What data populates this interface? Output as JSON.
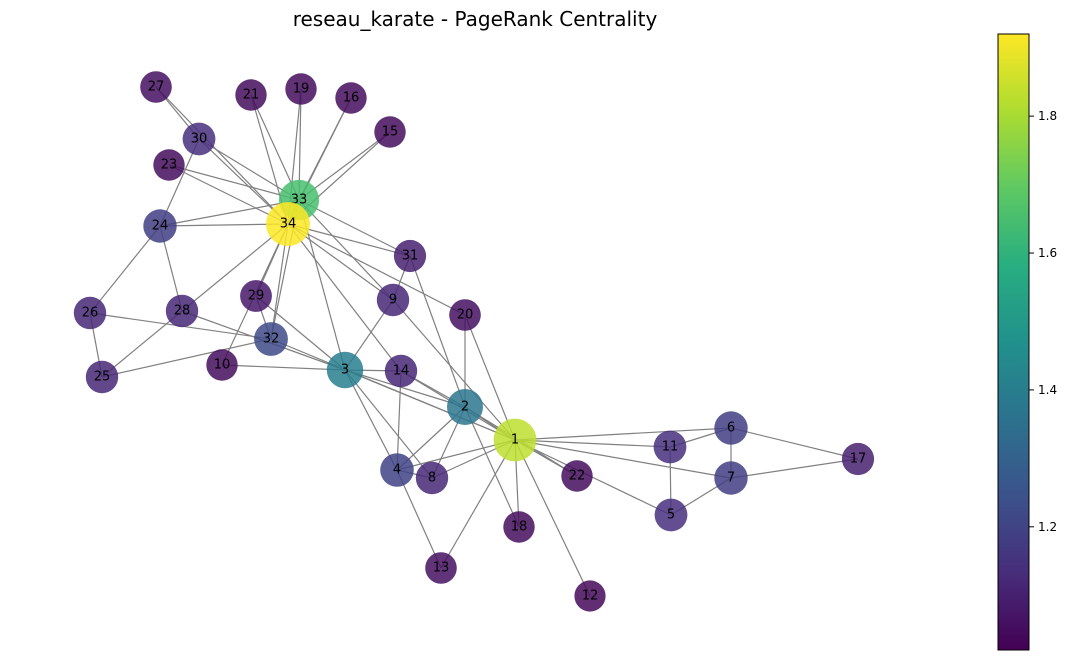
{
  "title": "reseau_karate - PageRank Centrality",
  "colormap": "viridis",
  "colorbar": {
    "min": 1.02,
    "max": 1.92,
    "ticks": [
      {
        "value": 1.2,
        "label": "1.2"
      },
      {
        "value": 1.4,
        "label": "1.4"
      },
      {
        "value": 1.6,
        "label": "1.6"
      },
      {
        "value": 1.8,
        "label": "1.8"
      }
    ]
  },
  "nodes": [
    {
      "id": "1",
      "label": "1",
      "value": 1.83
    },
    {
      "id": "2",
      "label": "2",
      "value": 1.37
    },
    {
      "id": "3",
      "label": "3",
      "value": 1.4
    },
    {
      "id": "4",
      "label": "4",
      "value": 1.2
    },
    {
      "id": "5",
      "label": "5",
      "value": 1.14
    },
    {
      "id": "6",
      "label": "6",
      "value": 1.18
    },
    {
      "id": "7",
      "label": "7",
      "value": 1.18
    },
    {
      "id": "8",
      "label": "8",
      "value": 1.12
    },
    {
      "id": "9",
      "label": "9",
      "value": 1.12
    },
    {
      "id": "10",
      "label": "10",
      "value": 1.05
    },
    {
      "id": "11",
      "label": "11",
      "value": 1.14
    },
    {
      "id": "12",
      "label": "12",
      "value": 1.04
    },
    {
      "id": "13",
      "label": "13",
      "value": 1.06
    },
    {
      "id": "14",
      "label": "14",
      "value": 1.12
    },
    {
      "id": "15",
      "label": "15",
      "value": 1.05
    },
    {
      "id": "16",
      "label": "16",
      "value": 1.05
    },
    {
      "id": "17",
      "label": "17",
      "value": 1.1
    },
    {
      "id": "18",
      "label": "18",
      "value": 1.05
    },
    {
      "id": "19",
      "label": "19",
      "value": 1.05
    },
    {
      "id": "20",
      "label": "20",
      "value": 1.06
    },
    {
      "id": "21",
      "label": "21",
      "value": 1.05
    },
    {
      "id": "22",
      "label": "22",
      "value": 1.05
    },
    {
      "id": "23",
      "label": "23",
      "value": 1.05
    },
    {
      "id": "24",
      "label": "24",
      "value": 1.18
    },
    {
      "id": "25",
      "label": "25",
      "value": 1.12
    },
    {
      "id": "26",
      "label": "26",
      "value": 1.12
    },
    {
      "id": "27",
      "label": "27",
      "value": 1.06
    },
    {
      "id": "28",
      "label": "28",
      "value": 1.12
    },
    {
      "id": "29",
      "label": "29",
      "value": 1.08
    },
    {
      "id": "30",
      "label": "30",
      "value": 1.14
    },
    {
      "id": "31",
      "label": "31",
      "value": 1.1
    },
    {
      "id": "32",
      "label": "32",
      "value": 1.22
    },
    {
      "id": "33",
      "label": "33",
      "value": 1.65
    },
    {
      "id": "34",
      "label": "34",
      "value": 1.92
    }
  ],
  "edges": [
    [
      "1",
      "2"
    ],
    [
      "1",
      "3"
    ],
    [
      "1",
      "4"
    ],
    [
      "1",
      "5"
    ],
    [
      "1",
      "6"
    ],
    [
      "1",
      "7"
    ],
    [
      "1",
      "8"
    ],
    [
      "1",
      "9"
    ],
    [
      "1",
      "11"
    ],
    [
      "1",
      "12"
    ],
    [
      "1",
      "13"
    ],
    [
      "1",
      "14"
    ],
    [
      "1",
      "18"
    ],
    [
      "1",
      "20"
    ],
    [
      "1",
      "22"
    ],
    [
      "1",
      "32"
    ],
    [
      "2",
      "3"
    ],
    [
      "2",
      "4"
    ],
    [
      "2",
      "8"
    ],
    [
      "2",
      "14"
    ],
    [
      "2",
      "18"
    ],
    [
      "2",
      "20"
    ],
    [
      "2",
      "22"
    ],
    [
      "2",
      "31"
    ],
    [
      "3",
      "4"
    ],
    [
      "3",
      "8"
    ],
    [
      "3",
      "9"
    ],
    [
      "3",
      "10"
    ],
    [
      "3",
      "14"
    ],
    [
      "3",
      "28"
    ],
    [
      "3",
      "29"
    ],
    [
      "3",
      "33"
    ],
    [
      "4",
      "8"
    ],
    [
      "4",
      "13"
    ],
    [
      "4",
      "14"
    ],
    [
      "5",
      "7"
    ],
    [
      "5",
      "11"
    ],
    [
      "6",
      "7"
    ],
    [
      "6",
      "11"
    ],
    [
      "6",
      "17"
    ],
    [
      "7",
      "17"
    ],
    [
      "9",
      "31"
    ],
    [
      "9",
      "33"
    ],
    [
      "9",
      "34"
    ],
    [
      "10",
      "34"
    ],
    [
      "14",
      "34"
    ],
    [
      "15",
      "33"
    ],
    [
      "15",
      "34"
    ],
    [
      "16",
      "33"
    ],
    [
      "16",
      "34"
    ],
    [
      "19",
      "33"
    ],
    [
      "19",
      "34"
    ],
    [
      "20",
      "34"
    ],
    [
      "21",
      "33"
    ],
    [
      "21",
      "34"
    ],
    [
      "23",
      "33"
    ],
    [
      "23",
      "34"
    ],
    [
      "24",
      "26"
    ],
    [
      "24",
      "28"
    ],
    [
      "24",
      "30"
    ],
    [
      "24",
      "33"
    ],
    [
      "24",
      "34"
    ],
    [
      "25",
      "26"
    ],
    [
      "25",
      "28"
    ],
    [
      "25",
      "32"
    ],
    [
      "26",
      "32"
    ],
    [
      "27",
      "30"
    ],
    [
      "27",
      "34"
    ],
    [
      "28",
      "34"
    ],
    [
      "29",
      "32"
    ],
    [
      "29",
      "34"
    ],
    [
      "30",
      "33"
    ],
    [
      "30",
      "34"
    ],
    [
      "31",
      "33"
    ],
    [
      "31",
      "34"
    ],
    [
      "32",
      "33"
    ],
    [
      "32",
      "34"
    ],
    [
      "33",
      "34"
    ]
  ]
}
